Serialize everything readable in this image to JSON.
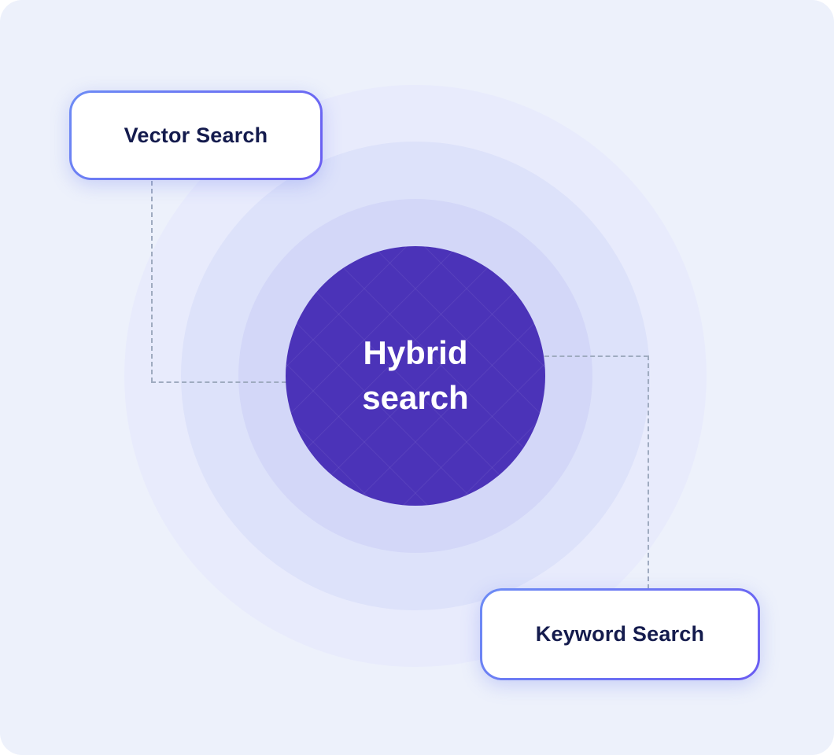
{
  "diagram": {
    "center_label": "Hybrid search",
    "callouts": [
      {
        "id": "vector-search",
        "label": "Vector Search"
      },
      {
        "id": "keyword-search",
        "label": "Keyword Search"
      }
    ]
  },
  "colors": {
    "bg": "#edf1fb",
    "ring-outer": "#e8ebfc",
    "ring-middle": "#dde2fa",
    "ring-inner": "#d3d7f8",
    "core": "#4b33b8",
    "core-text": "#ffffff",
    "label-text": "#141b4d",
    "border-start": "#6d8cf5",
    "border-end": "#6a5cf2",
    "connector": "#9fabc0"
  }
}
